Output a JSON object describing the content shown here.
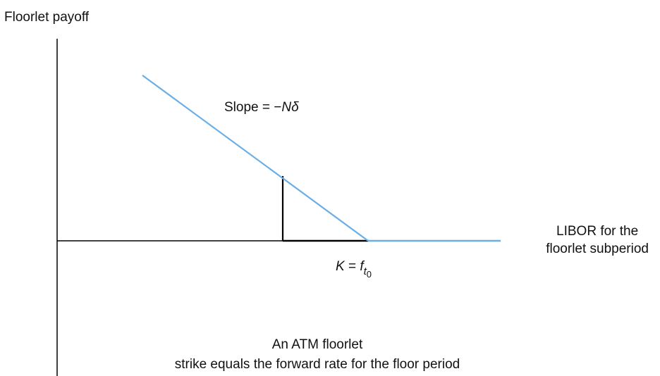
{
  "axes": {
    "y_label": "Floorlet payoff",
    "x_label_line1": "LIBOR for the",
    "x_label_line2": "floorlet subperiod"
  },
  "annotations": {
    "slope_prefix": "Slope = −",
    "slope_N": "N",
    "slope_delta": "δ",
    "strike_K": "K",
    "strike_eq": " = ",
    "strike_f": "f",
    "strike_t": "t",
    "strike_0": "0"
  },
  "caption": {
    "line1": "An ATM floorlet",
    "line2": "strike equals the forward rate for the floor period"
  },
  "colors": {
    "payoff_line": "#6aaee8",
    "axis": "#000000"
  }
}
